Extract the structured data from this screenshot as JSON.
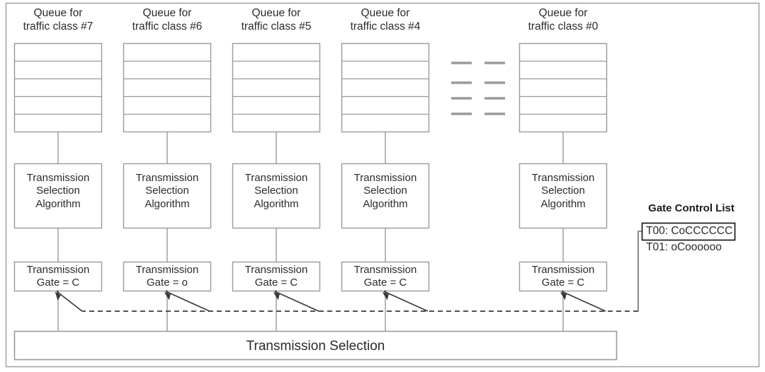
{
  "diagram": {
    "title": "IEEE 802.1Qbv Time-Aware Shaper per-queue structure",
    "colors": {
      "box_stroke": "#9a9a9a",
      "outer_stroke": "#a6a6a6",
      "text": "#2b2b2b",
      "dash_line": "#3a3a3a",
      "gcl_box_stroke": "#1a1a1a",
      "background": "#ffffff"
    }
  },
  "columns": [
    {
      "id": "tc7",
      "header_line1": "Queue for",
      "header_line2": "traffic class #7",
      "queue_cells": 5,
      "algorithm_line1": "Transmission",
      "algorithm_line2": "Selection",
      "algorithm_line3": "Algorithm",
      "gate_line1": "Transmission",
      "gate_line2": "Gate = C",
      "gate_state": "C"
    },
    {
      "id": "tc6",
      "header_line1": "Queue for",
      "header_line2": "traffic class #6",
      "queue_cells": 5,
      "algorithm_line1": "Transmission",
      "algorithm_line2": "Selection",
      "algorithm_line3": "Algorithm",
      "gate_line1": "Transmission",
      "gate_line2": "Gate = o",
      "gate_state": "o"
    },
    {
      "id": "tc5",
      "header_line1": "Queue for",
      "header_line2": "traffic class #5",
      "queue_cells": 5,
      "algorithm_line1": "Transmission",
      "algorithm_line2": "Selection",
      "algorithm_line3": "Algorithm",
      "gate_line1": "Transmission",
      "gate_line2": "Gate = C",
      "gate_state": "C"
    },
    {
      "id": "tc4",
      "header_line1": "Queue for",
      "header_line2": "traffic class #4",
      "queue_cells": 5,
      "algorithm_line1": "Transmission",
      "algorithm_line2": "Selection",
      "algorithm_line3": "Algorithm",
      "gate_line1": "Transmission",
      "gate_line2": "Gate = C",
      "gate_state": "C"
    },
    {
      "id": "tc0",
      "header_line1": "Queue for",
      "header_line2": "traffic class #0",
      "queue_cells": 5,
      "algorithm_line1": "Transmission",
      "algorithm_line2": "Selection",
      "algorithm_line3": "Algorithm",
      "gate_line1": "Transmission",
      "gate_line2": "Gate = C",
      "gate_state": "C"
    }
  ],
  "ellipsis": {
    "name": "omitted-queues-ellipsis",
    "dash_rows": 4,
    "dash_columns": 2
  },
  "transmission_selection": {
    "label": "Transmission Selection"
  },
  "gate_control_list": {
    "title": "Gate Control List",
    "entries": [
      {
        "label": "T00: CoCCCCCC",
        "highlighted": true
      },
      {
        "label": "T01: oCoooooo",
        "highlighted": false
      }
    ]
  }
}
